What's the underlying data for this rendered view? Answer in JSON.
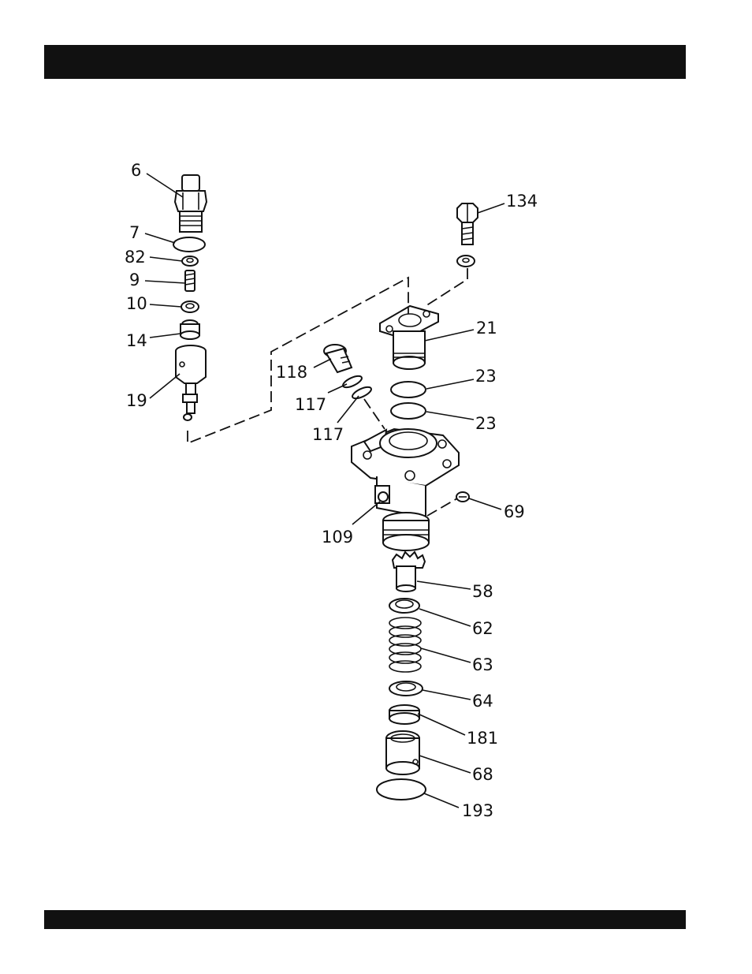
{
  "header_bar": {
    "color": "#111111"
  },
  "footer_bar": {
    "color": "#111111"
  },
  "callouts": {
    "c6": "6",
    "c7": "7",
    "c82": "82",
    "c9": "9",
    "c10": "10",
    "c14": "14",
    "c19": "19",
    "c134": "134",
    "c21": "21",
    "c118": "118",
    "c117a": "117",
    "c117b": "117",
    "c23a": "23",
    "c23b": "23",
    "c69": "69",
    "c109": "109",
    "c58": "58",
    "c62": "62",
    "c63": "63",
    "c64": "64",
    "c181": "181",
    "c68": "68",
    "c193": "193"
  }
}
